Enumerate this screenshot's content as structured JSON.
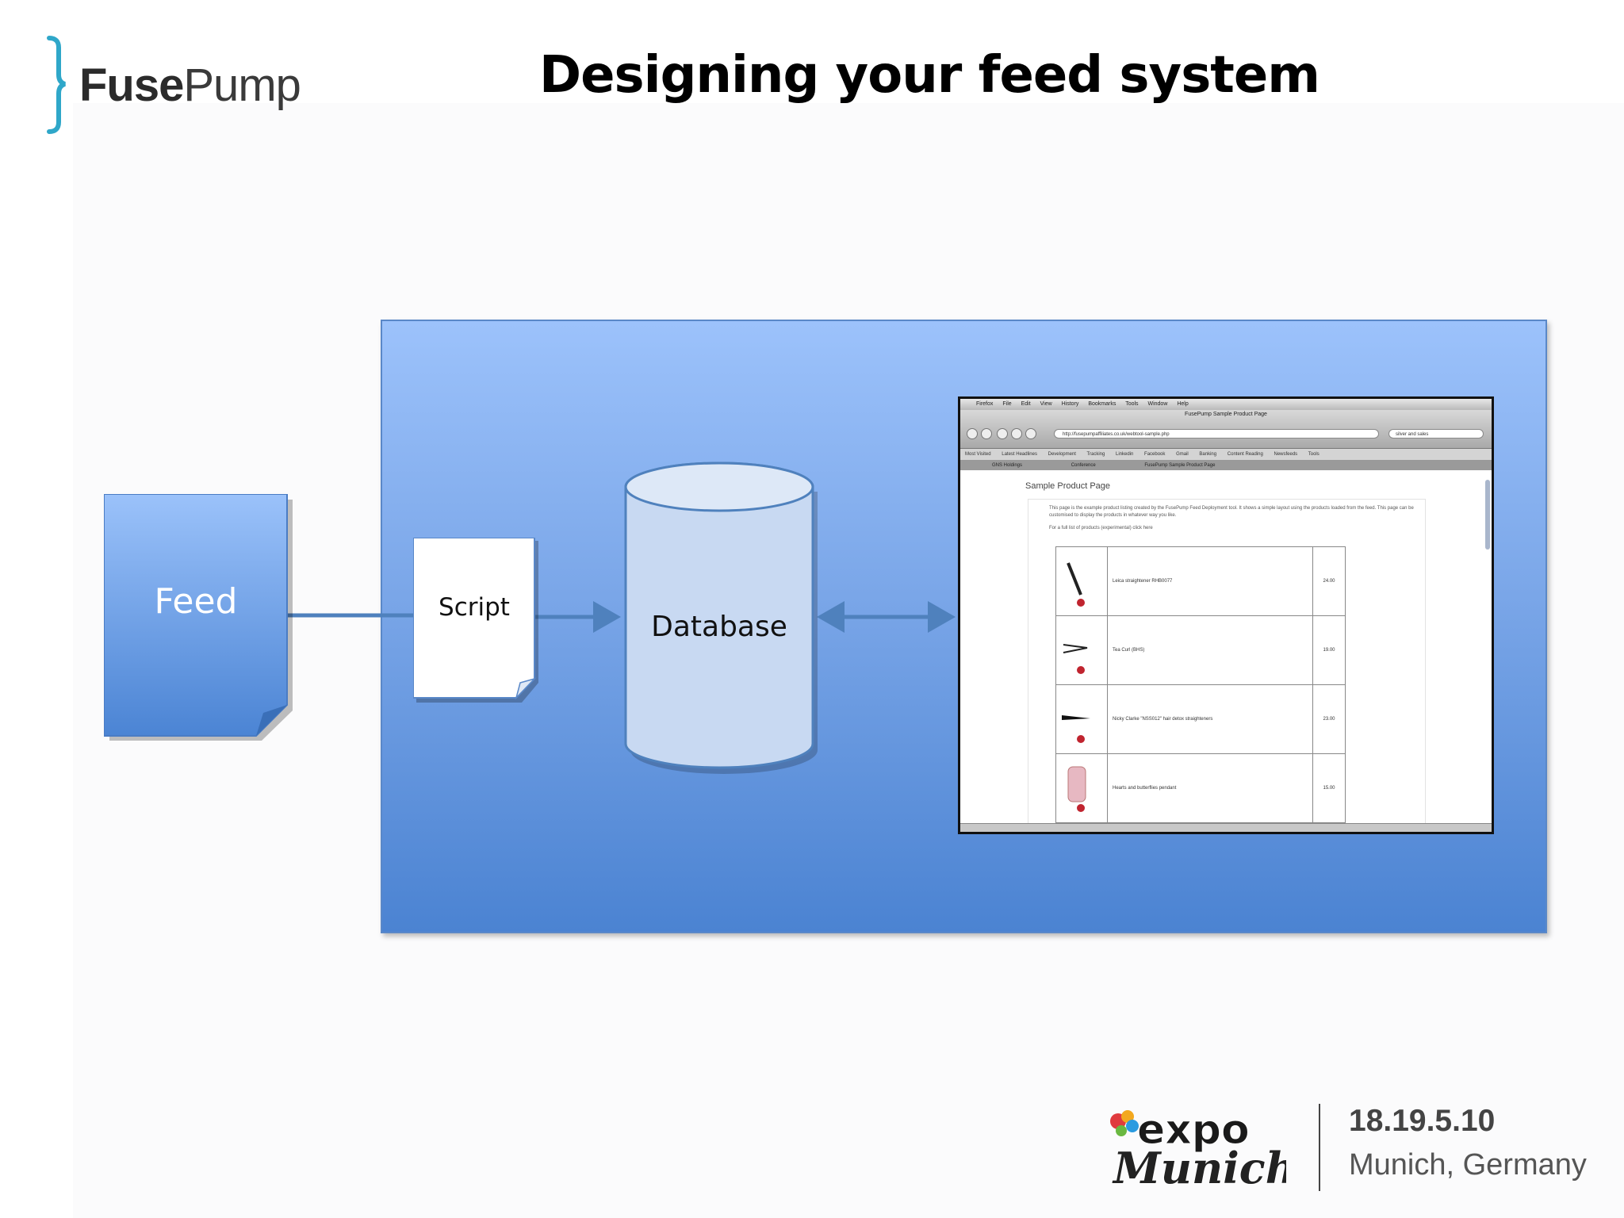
{
  "header": {
    "logo_text_bold": "Fuse",
    "logo_text_light": "Pump",
    "title": "Designing your feed system"
  },
  "diagram": {
    "feed_label": "Feed",
    "script_label": "Script",
    "database_label": "Database"
  },
  "embedded_browser": {
    "menu": [
      "Firefox",
      "File",
      "Edit",
      "View",
      "History",
      "Bookmarks",
      "Tools",
      "Window",
      "Help"
    ],
    "window_title": "FusePump Sample Product Page",
    "url": "http://fusepumpaffiliates.co.uk/webtool-sample.php",
    "search_value": "silver and sales",
    "bookmarks": [
      "Most Visited",
      "Latest Headlines",
      "Development",
      "Tracking",
      "Linkedin",
      "Facebook",
      "Gmail",
      "Banking",
      "Content Reading",
      "Newsfeeds",
      "Tools"
    ],
    "tabs": [
      "GNS Holdings",
      "Conference",
      "FusePump Sample Product Page"
    ],
    "page_heading": "Sample Product Page",
    "page_text": "This page is the example product listing created by the FusePump Feed Deployment tool. It shows a simple layout using the products loaded from the feed. This page can be customised to display the products in whatever way you like.",
    "page_text2": "For a full list of products (experimental) click here",
    "products": [
      {
        "name": "Leica straightener RHB0077",
        "price": "24.00"
      },
      {
        "name": "Tea Curl (BHS)",
        "price": "19.00"
      },
      {
        "name": "Nicky Clarke \"NSS012\" hair detox straighteners",
        "price": "23.00"
      },
      {
        "name": "Hearts and butterflies pendant",
        "price": "15.00"
      }
    ]
  },
  "footer": {
    "expo_line1": "expo",
    "expo_line2": "Munich",
    "date": "18.19.5.10",
    "place": "Munich, Germany"
  },
  "colors": {
    "panel_top": "#9cc2fb",
    "panel_bottom": "#4b83d2",
    "feed_fill_top": "#9bc2fa",
    "feed_fill_bottom": "#4b84d4",
    "database_fill": "#c8d9f2",
    "connector": "#4f81bd",
    "logo_bracket": "#2fa7c9"
  }
}
